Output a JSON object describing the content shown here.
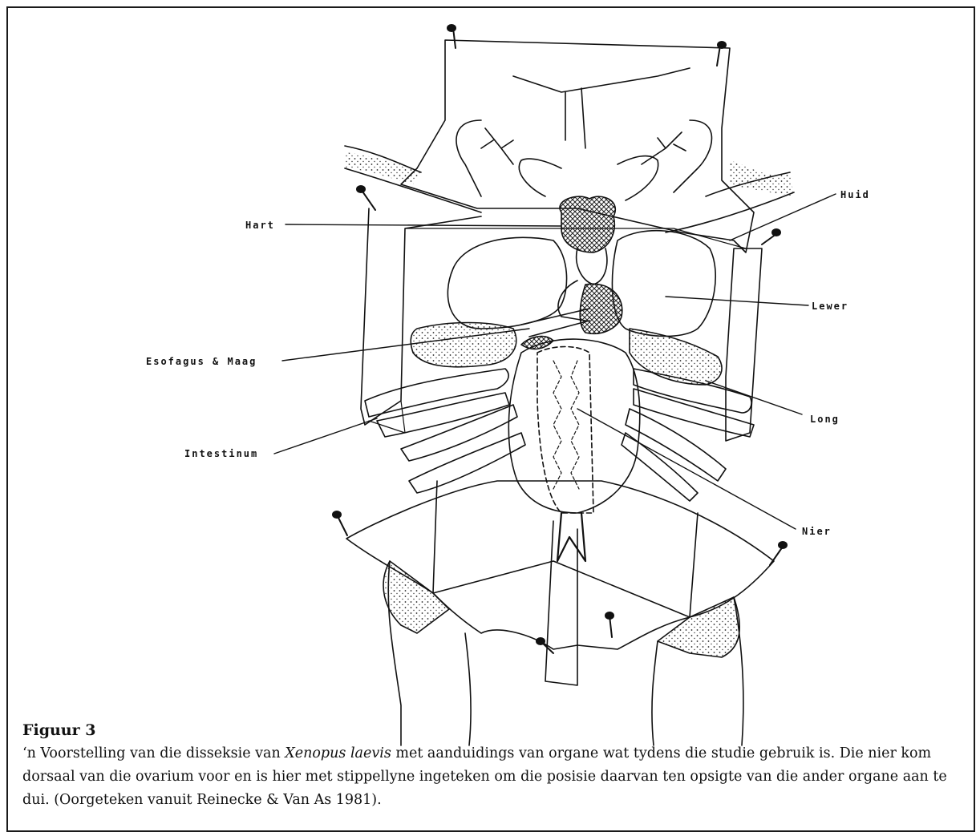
{
  "labels": {
    "hart": "Hart",
    "huid": "Huid",
    "lewer": "Lewer",
    "esofagus": "Esofagus & Maag",
    "long": "Long",
    "intestinum": "Intestinum",
    "nier": "Nier"
  },
  "caption": {
    "title": "Figuur 3",
    "prefix": "‘n Voorstelling van die disseksie van ",
    "species": "Xenopus laevis",
    "suffix": " met aanduidings van organe wat tydens die studie gebruik is. Die nier kom dorsaal van die ovarium voor en is hier met stippellyne ingeteken om die posisie daarvan ten opsigte van die ander organe aan te dui. (Oorgeteken vanuit Reinecke & Van As 1981)."
  }
}
